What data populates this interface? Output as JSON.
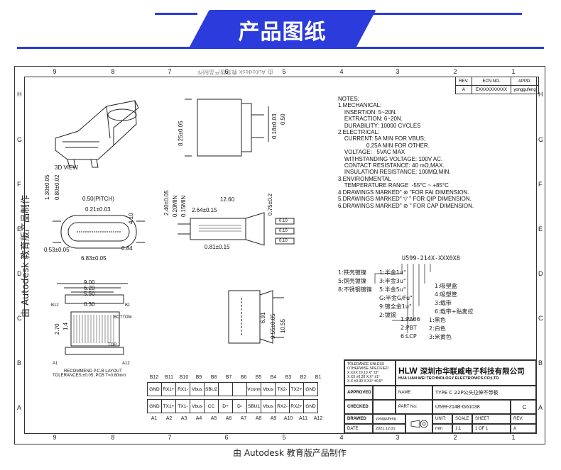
{
  "banner": {
    "title": "产品图纸"
  },
  "grid": {
    "top_numbers": [
      "9",
      "8",
      "7",
      "6",
      "5",
      "4",
      "3",
      "2",
      "1"
    ],
    "bottom_numbers": [
      "9",
      "8",
      "7",
      "6",
      "5",
      "4",
      "3",
      "2",
      "1"
    ],
    "right_letters": [
      "H",
      "G",
      "F",
      "E",
      "D",
      "C",
      "B",
      "A"
    ],
    "left_letters": [
      "H",
      "G",
      "F",
      "E",
      "D",
      "C",
      "B",
      "A"
    ]
  },
  "watermark": "由 Autodesk 教育版产品制作",
  "revision": {
    "headers": [
      "REV.",
      "ECN.NO.",
      "APPD."
    ],
    "row": [
      "A",
      "EXXXXXXXXXX",
      "yonggufeng"
    ]
  },
  "notes": "NOTES:\n1.MECHANICAL:\n    INSERTION: 5~20N.\n    EXTRACTION: 6~20N.\n    DURABILITY: 10000 CYCLES\n2.ELECTRICAL:\n    CURRENT: 5A MIN FOR VBUS;\n                  0.25A MIN FOR OTHER.\n    VOLTAGE:   5VAC MAX\n    WITHSTANDING VOLTAGE: 100V AC.\n    CONTACT RESISTANCE: 40 mΩ,MAX.\n    INSULATION RESISTANCE: 100MΩ,MIN.\n3.ENVIRONMENTAL\n    TEMPERATURE RANGE  -55°C ~ +85°C\n4.DRAWINGS MARKED\" ⊛ \"FOR FAI DIMENSION.\n5.DRAWINGS MARKED\" ▽ \" FOR QIP DIMENSION.\n6.DRAWINGS MARKED\" ⊘ \" FOR CAP DIMENSION.",
  "views": {
    "iso_label": "3D VIEW",
    "pcb_label": "RECOMMEND P.C.B LAYOUT",
    "pcb_tol": "TOLERANCES:±0.05; PCB T=0.80mm",
    "top_label": "TOP",
    "bottom_label": "BOTTOM"
  },
  "dimensions": {
    "pitch": "0.50(PITCH)",
    "d021": "0.21±0.03",
    "d130": "1.30±0.05",
    "d080": "0.80±0.02",
    "d410": "4.10",
    "d053": "0.53±0.05",
    "d084": "0.84",
    "d683": "6.83±0.05",
    "d825": "8.25±0.05",
    "d018": "0.18±0.03",
    "d050": "0.50",
    "d240": "2.40±0.05",
    "d020": "0.20MIN",
    "d015": "0.15MIN",
    "d1260": "12.60",
    "d264": "2.64±0.15",
    "d075": "0.75±0.2",
    "d081": "0.81±0.15",
    "d010a": "0.10",
    "d010b": "0.10",
    "d010c": "0.10",
    "d900": "9.00",
    "d620": "6.20",
    "d550": "5.50",
    "d030": "0.30",
    "d270": "2.70",
    "d14": "1.4",
    "d691": "6.91",
    "d955": "9.55±0.05",
    "d1055": "10.55",
    "b12": "B12",
    "b1": "B1",
    "a1": "A1",
    "a12": "A12"
  },
  "part_code": {
    "code": "U599-214X-XXX0X8",
    "plating_a": [
      "1:铁壳镀镍",
      "5:铜壳镀镍",
      "8:不锈钢镀镍"
    ],
    "plating_b": [
      "1:半金1u\"",
      "3:半金3u\"",
      "5:半金5u\"",
      "G:半金G/Fu\"",
      "9:镀全金1u\"",
      "2:镀锡"
    ],
    "packing": [
      "1:吸塑盒",
      "4:吸塑管",
      "3:载带",
      "6:载带+贴麦拉"
    ],
    "material": [
      "1:PA66",
      "2:PBT",
      "6:LCP"
    ],
    "color": [
      "1:黑色",
      "2:白色",
      "3:米黄色"
    ]
  },
  "pins": {
    "top_numbers": [
      "B12",
      "B11",
      "B10",
      "B9",
      "B8",
      "B7",
      "B6",
      "B5",
      "B4",
      "B3",
      "B2",
      "B1"
    ],
    "top_row": [
      "GND",
      "RX1+",
      "RX1-",
      "Vbus",
      "SBU2",
      "",
      "",
      "Vconn",
      "Vbus",
      "TX2-",
      "TX2+",
      "GND"
    ],
    "bottom_row": [
      "GND",
      "TX1+",
      "TX1-",
      "Vbus",
      "CC",
      "D+",
      "D-",
      "SBU1",
      "Vbus",
      "RX2-",
      "RX2+",
      "GND"
    ],
    "bottom_numbers": [
      "A1",
      "A2",
      "A3",
      "A4",
      "A5",
      "A6",
      "A7",
      "A8",
      "A9",
      "A10",
      "A11",
      "A12"
    ]
  },
  "title_block": {
    "tol_title": "TOLERANCE UNLESS OTHERWISE SPECIFIED",
    "tol_rows": [
      [
        "X.XXX",
        "±0.10",
        "X°",
        "±3°"
      ],
      [
        "X.XX",
        "±0.20",
        "X.X°",
        "±1°"
      ],
      [
        "X.X",
        "±0.30",
        "X.XX°",
        "±0.5°"
      ]
    ],
    "logo": "HLW",
    "company_cn": "深圳市华联威电子科技有限公司",
    "company_en": "HUA LIAN WEI TECHNOLOGY ELECTRONICS CO;LTD.",
    "approved": "APPROVED",
    "name_label": "NAME",
    "name_value": "TYPE C 22P公头拉伸不带板",
    "checked": "CHECKED",
    "part_no_label": "PART No:",
    "part_no_value": "U599-214B-G61038",
    "rev_value": "C",
    "drawed": "DRAWED",
    "drawer": "yonggufeng",
    "date_label": "DATE",
    "date_value": "2021.12.01",
    "unit_label": "UNIT:",
    "unit_value": "mm",
    "scale_label": "SCALE",
    "scale_value": "1:1",
    "sheet_label": "SHEET",
    "sheet_value": "1 OF 1",
    "rev_label": "REV.",
    "rev_letter": "A"
  }
}
